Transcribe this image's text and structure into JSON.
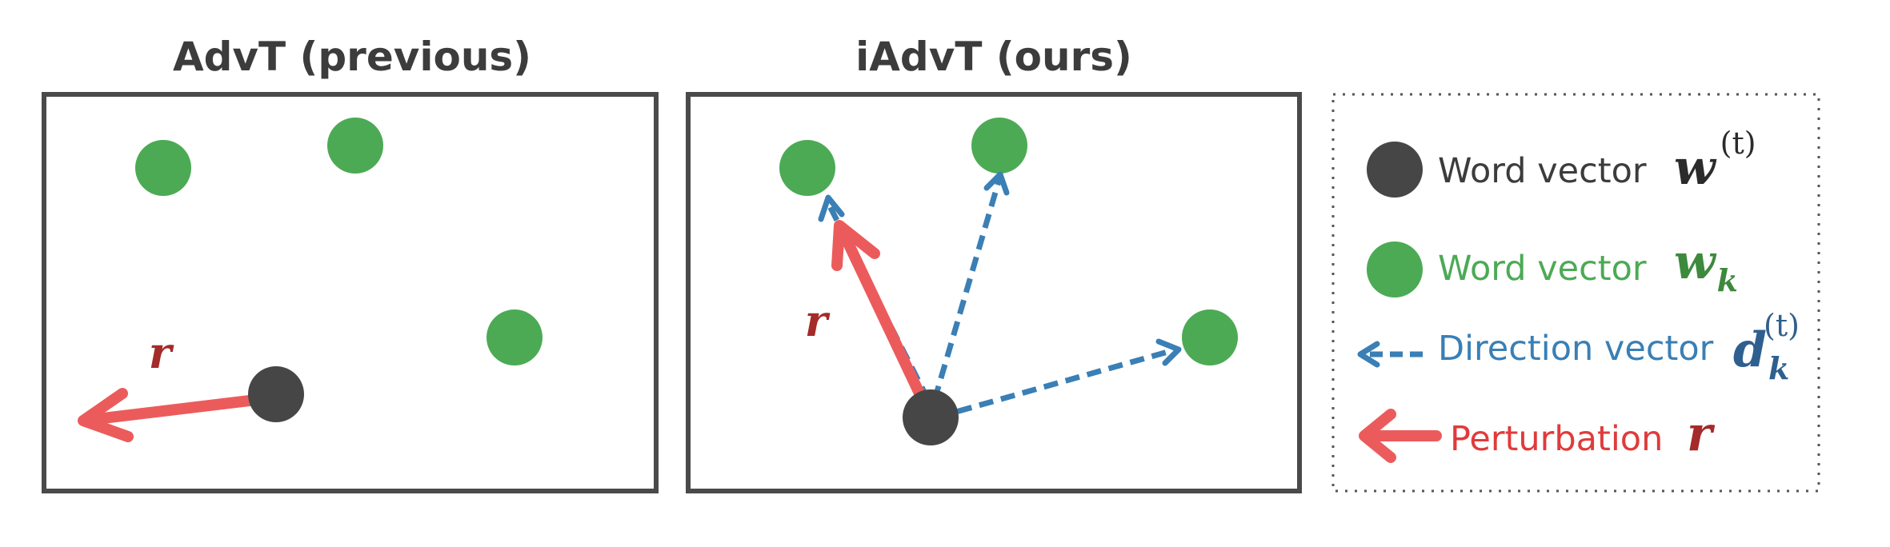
{
  "panels": {
    "left": {
      "title": "AdvT (previous)",
      "perturbation_label": "r"
    },
    "right": {
      "title": "iAdvT (ours)",
      "perturbation_label": "r"
    }
  },
  "legend": {
    "word_vector_t": {
      "text": "Word vector",
      "math_base": "w",
      "math_sup": "(t)"
    },
    "word_vector_k": {
      "text": "Word vector",
      "math_base": "w",
      "math_sub": "k"
    },
    "direction_vector": {
      "text": "Direction vector",
      "math_base": "d",
      "math_sub": "k",
      "math_sup": "(t)"
    },
    "perturbation": {
      "text": "Perturbation",
      "math_base": "r"
    }
  },
  "colors": {
    "frame": "#4a4a4a",
    "word_vector_t": "#464646",
    "word_vector_k": "#4caa55",
    "direction_vector": "#3a7fb5",
    "perturbation": "#ec5b5b",
    "perturbation_text": "#e03b3b",
    "r_label": "#a52a2a",
    "wk_math": "#3d8a3d",
    "dk_math": "#2f5f8f"
  }
}
